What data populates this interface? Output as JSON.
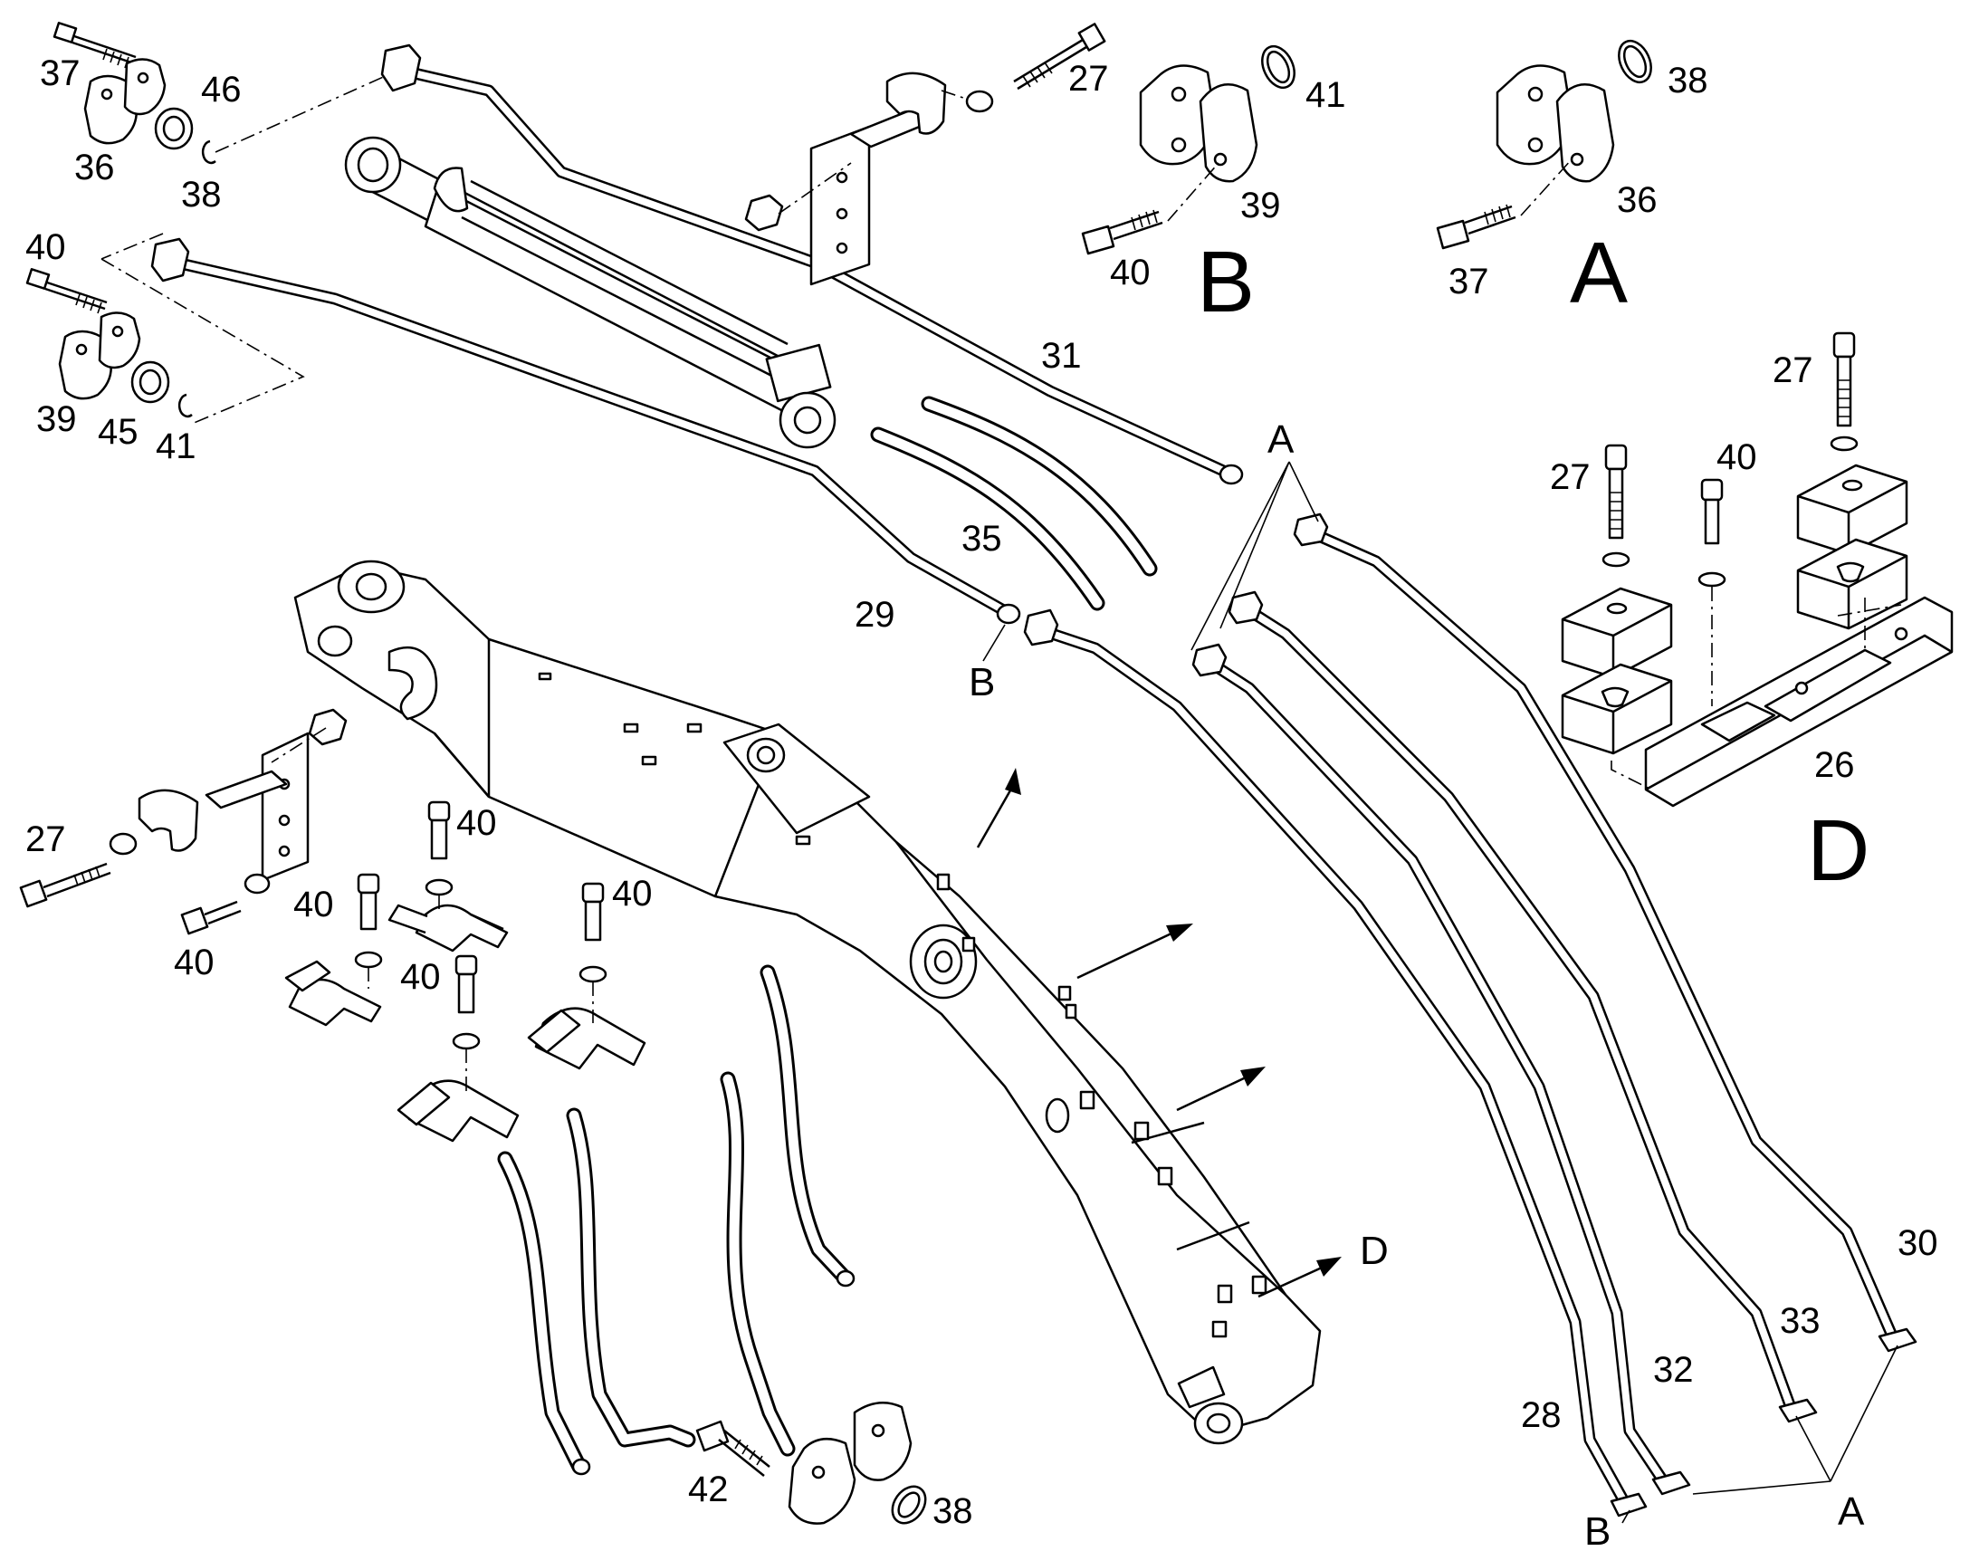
{
  "callouts": {
    "c37a": "37",
    "c36a": "36",
    "c46": "46",
    "c38a": "38",
    "c40a": "40",
    "c39a": "39",
    "c45": "45",
    "c41a": "41",
    "c27a": "27",
    "c41b": "41",
    "c39b": "39",
    "c40b": "40",
    "c38b": "38",
    "c36b": "36",
    "c37b": "37",
    "c31": "31",
    "c35": "35",
    "c29": "29",
    "c27b": "27",
    "c27c": "27",
    "c40c": "40",
    "c26": "26",
    "c27d": "27",
    "c40d": "40",
    "c40e": "40",
    "c40f": "40",
    "c40g": "40",
    "c40h": "40",
    "c42": "42",
    "c38c": "38",
    "c28": "28",
    "c32": "32",
    "c33": "33",
    "c30": "30"
  },
  "detail_labels": {
    "detail_b": "B",
    "detail_a": "A",
    "detail_d": "D"
  },
  "pointer_labels": {
    "a_top": "A",
    "b_mid": "B",
    "d_arrow": "D",
    "a_bottom": "A",
    "b_bottom": "B"
  }
}
